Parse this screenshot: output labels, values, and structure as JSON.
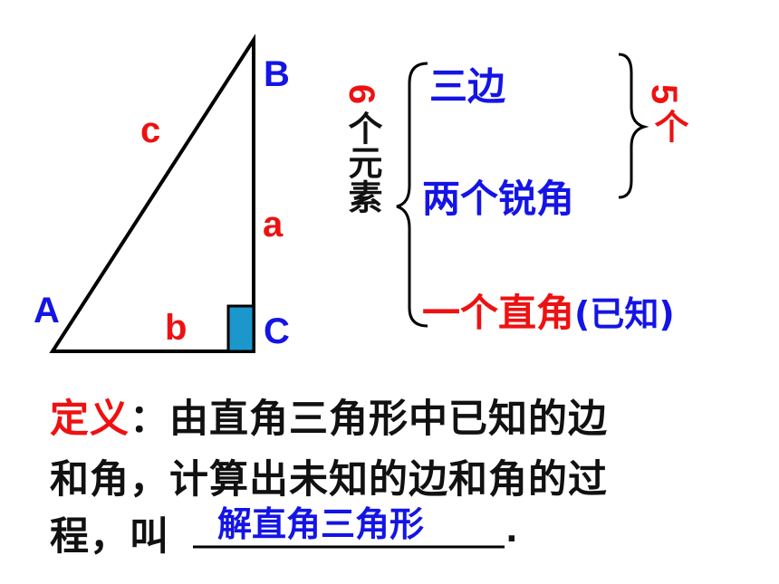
{
  "colors": {
    "blue": "#1414e6",
    "red": "#ee1111",
    "black": "#111111",
    "square": "#1b97cc"
  },
  "triangle": {
    "vertex_a": "A",
    "vertex_b": "B",
    "vertex_c": "C",
    "side_a": "a",
    "side_b": "b",
    "side_c": "c"
  },
  "elements": {
    "count_label": "6",
    "count_text": "个元素",
    "sides": "三边",
    "acute_angles": "两个锐角",
    "right_angle": "一个直角",
    "right_angle_note": "(已知)",
    "five_count": "5",
    "five_unit": "个"
  },
  "definition": {
    "term": "定义",
    "line1_rest": "：由直角三角形中已知的边",
    "line2": "和角，计算出未知的边和角的过",
    "line3_prefix": "程，叫",
    "answer": "解直角三角形",
    "period": "."
  }
}
